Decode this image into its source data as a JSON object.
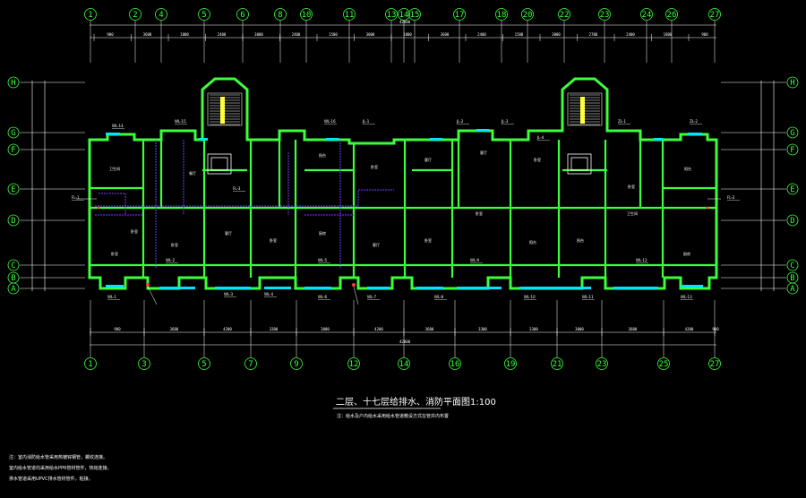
{
  "drawing": {
    "title": "二层、十七层给排水、消防平面图1:100",
    "subtitle": "注：给水及户内给水采用给水管道敷设方式在管井内布置",
    "notes": [
      "注：室内消防给水管采用热镀锌钢管，螺纹连接。",
      "    室内给水管道均采用给水PPR管材管件，热熔连接。",
      "    排水管道采用UPVC排水管材管件，粘接。"
    ]
  },
  "grid_top": [
    "1",
    "2",
    "4",
    "5",
    "6",
    "8",
    "10",
    "11",
    "13",
    "14",
    "15",
    "17",
    "18",
    "20",
    "22",
    "23",
    "24",
    "26",
    "27"
  ],
  "grid_bottom": [
    "1",
    "3",
    "5",
    "7",
    "9",
    "12",
    "14",
    "16",
    "19",
    "21",
    "23",
    "25",
    "27"
  ],
  "grid_left": [
    "H",
    "G",
    "F",
    "E",
    "D",
    "C",
    "B",
    "A"
  ],
  "grid_right": [
    "H",
    "G",
    "F",
    "E",
    "D",
    "C",
    "B",
    "A"
  ],
  "dims_top": [
    "900",
    "3600",
    "1800",
    "2400",
    "3000",
    "2400",
    "1500",
    "3000",
    "1800",
    "3600",
    "2400",
    "1500",
    "3000",
    "2700",
    "2400",
    "1800",
    "900"
  ],
  "dims_bottom": [
    "900",
    "3600",
    "4200",
    "3300",
    "3000",
    "4200",
    "3600",
    "3300",
    "3300",
    "3000",
    "3600",
    "4200",
    "900"
  ],
  "total_dim": "42000",
  "pipe_tags": [
    "WL-1",
    "WL-2",
    "WL-3",
    "WL-4",
    "WL-5",
    "WL-6",
    "WL-7",
    "WL-8",
    "WL-9",
    "WL-10",
    "WL-11",
    "WL-12",
    "WL-13",
    "WL-14",
    "WL-15",
    "WL-16",
    "JL-1",
    "JL-2",
    "JL-3",
    "JL-4",
    "ZL-1",
    "ZL-2",
    "FL-1",
    "FL-2",
    "FL-3"
  ],
  "room_labels": [
    "卧室",
    "卧室",
    "客厅",
    "卧室",
    "厨房",
    "卫生间",
    "餐厅",
    "客厅",
    "卧室",
    "卧室",
    "阳台",
    "阳台",
    "卫生间",
    "厨房",
    "客厅",
    "卧室",
    "卧室",
    "阳台",
    "阳台",
    "卧室",
    "客厅",
    "卧室"
  ],
  "colors": {
    "background": "#000000",
    "wall": "#3cff3c",
    "cyan": "#00e5ff",
    "white": "#ffffff",
    "pipe": "#7a3cff",
    "yellow": "#ffff3c",
    "red": "#ff3c3c"
  }
}
